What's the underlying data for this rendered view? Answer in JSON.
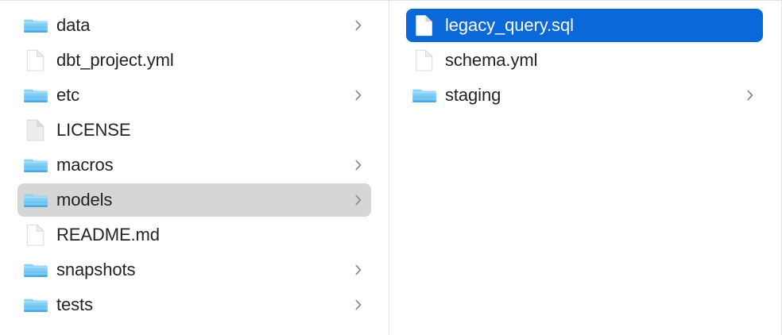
{
  "view": {
    "kind": "finder-column-view",
    "accent_selection_color": "#0b68d8",
    "inactive_selection_color": "#d6d6d6",
    "text_color": "#232323",
    "selected_text_color": "#ffffff",
    "divider_color": "#e3e3e5",
    "folder_icon_color": "#5bc0f5",
    "chevron_color": "#8a8a8e"
  },
  "columns": [
    {
      "name": "parent-column",
      "items": [
        {
          "label": "data",
          "icon": "folder-icon",
          "kind": "folder",
          "has_chevron": true,
          "selected": false
        },
        {
          "label": "dbt_project.yml",
          "icon": "document-icon",
          "kind": "file",
          "has_chevron": false,
          "selected": false
        },
        {
          "label": "etc",
          "icon": "folder-icon",
          "kind": "folder",
          "has_chevron": true,
          "selected": false
        },
        {
          "label": "LICENSE",
          "icon": "document-icon",
          "kind": "file",
          "has_chevron": false,
          "selected": false
        },
        {
          "label": "macros",
          "icon": "folder-icon",
          "kind": "folder",
          "has_chevron": true,
          "selected": false
        },
        {
          "label": "models",
          "icon": "folder-icon",
          "kind": "folder",
          "has_chevron": true,
          "selected": true
        },
        {
          "label": "README.md",
          "icon": "document-icon",
          "kind": "file",
          "has_chevron": false,
          "selected": false
        },
        {
          "label": "snapshots",
          "icon": "folder-icon",
          "kind": "folder",
          "has_chevron": true,
          "selected": false
        },
        {
          "label": "tests",
          "icon": "folder-icon",
          "kind": "folder",
          "has_chevron": true,
          "selected": false
        }
      ]
    },
    {
      "name": "child-column",
      "items": [
        {
          "label": "legacy_query.sql",
          "icon": "document-icon",
          "kind": "file",
          "has_chevron": false,
          "selected": true
        },
        {
          "label": "schema.yml",
          "icon": "document-icon",
          "kind": "file",
          "has_chevron": false,
          "selected": false
        },
        {
          "label": "staging",
          "icon": "folder-icon",
          "kind": "folder",
          "has_chevron": true,
          "selected": false
        }
      ]
    }
  ]
}
